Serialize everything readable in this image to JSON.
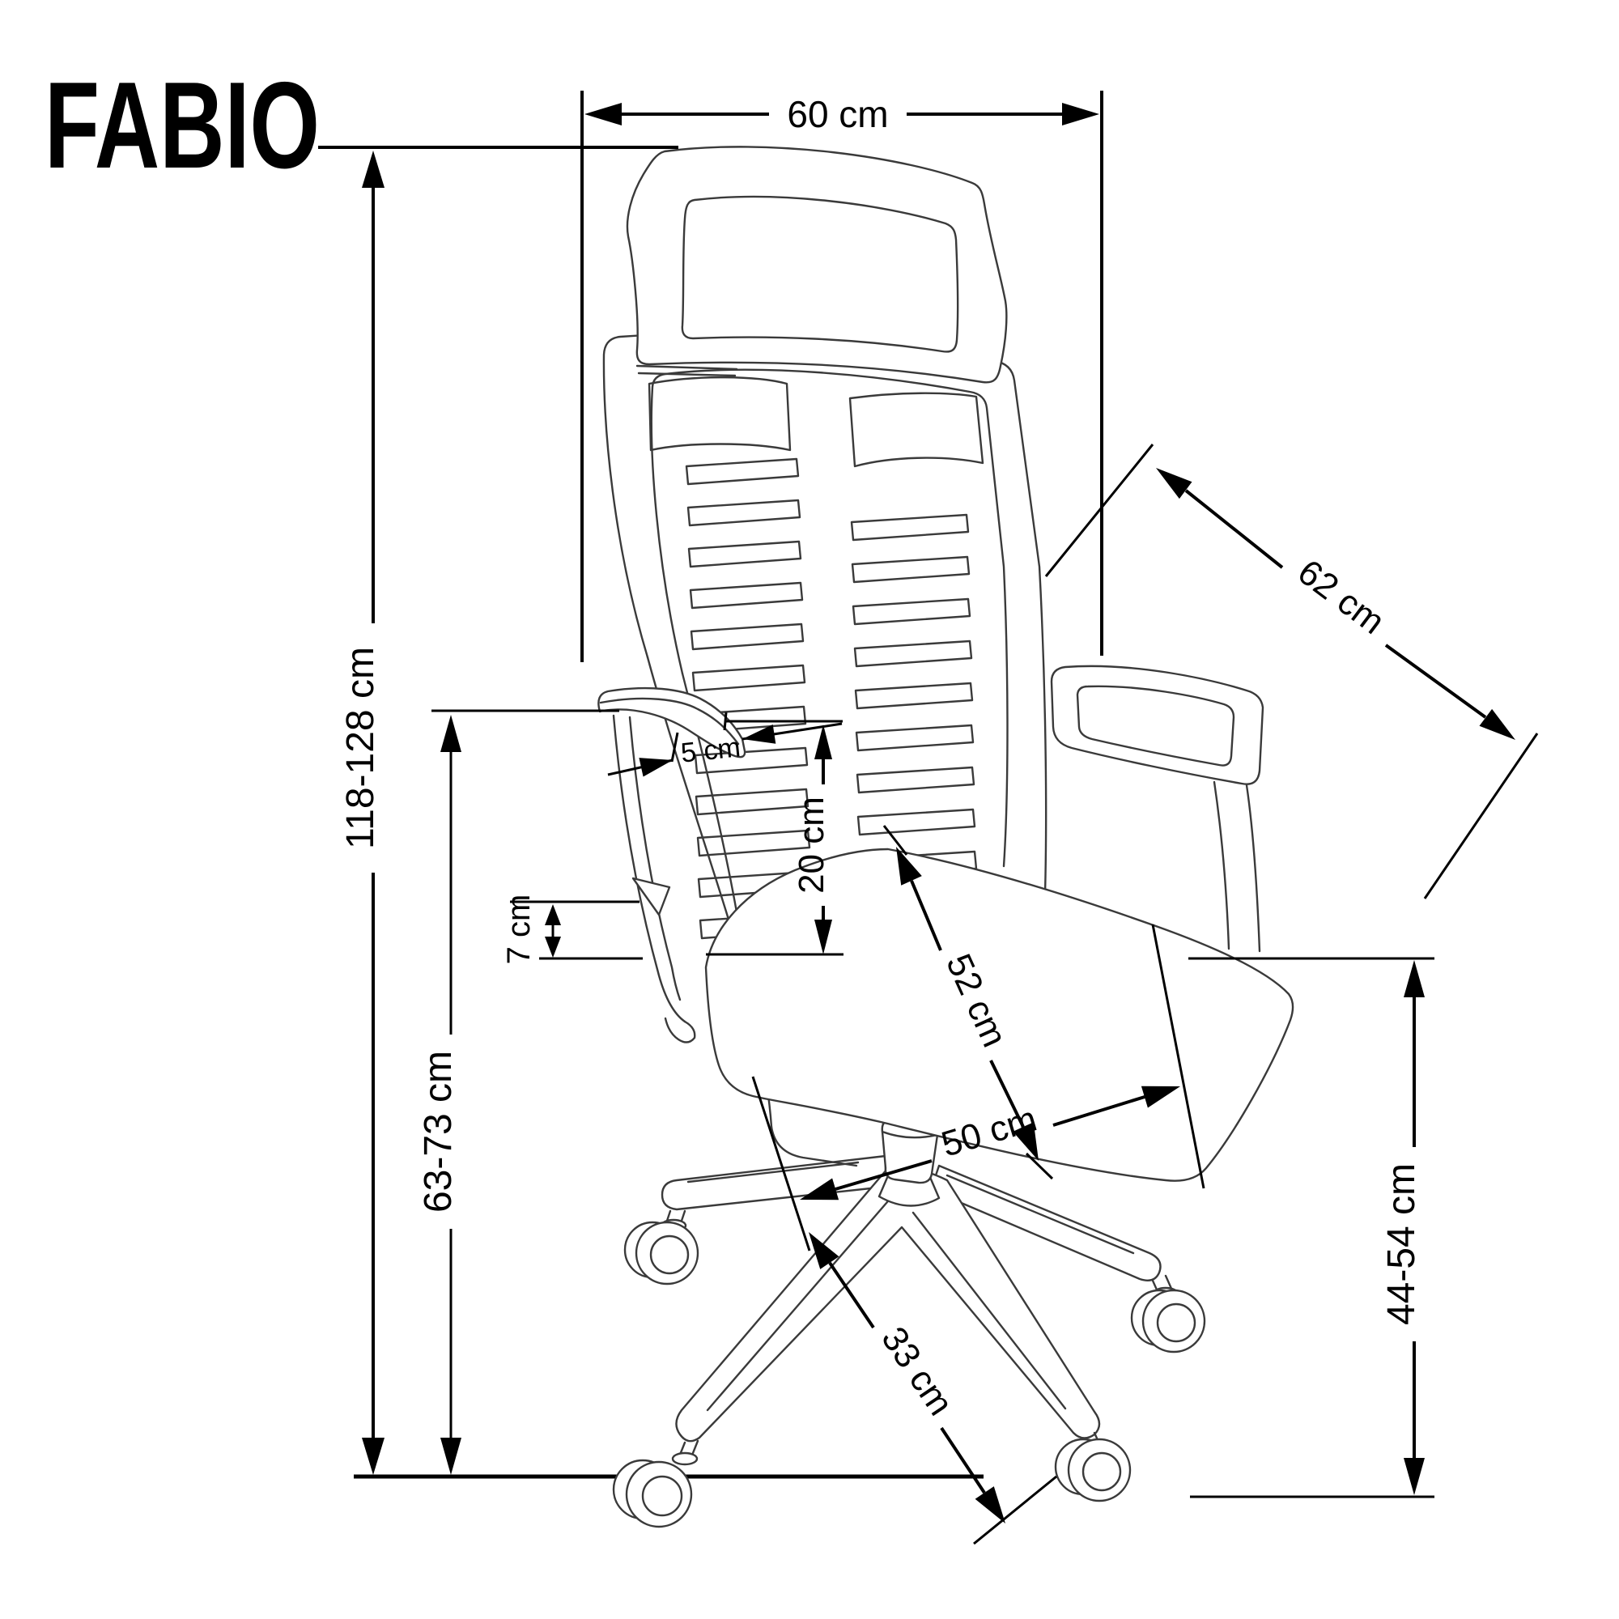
{
  "title": {
    "text": "FABIO"
  },
  "dimensions": {
    "top_width": {
      "label": "60 cm"
    },
    "backrest_diagonal": {
      "label": "62 cm"
    },
    "overall_height": {
      "label": "118-128 cm"
    },
    "armrest_height": {
      "label": "63-73 cm"
    },
    "armrest_backrest_gap": {
      "label": "5 cm"
    },
    "backrest_to_armrest": {
      "label": "20 cm"
    },
    "armrest_pad_thickness": {
      "label": "7 cm"
    },
    "seat_depth_diagonal": {
      "label": "52 cm"
    },
    "seat_depth": {
      "label": "50 cm"
    },
    "base_leg_length": {
      "label": "33 cm"
    },
    "seat_height": {
      "label": "44-54 cm"
    }
  },
  "style": {
    "annotation_color": "#000000",
    "artwork_color": "#3a3a3a",
    "background": "#ffffff"
  }
}
